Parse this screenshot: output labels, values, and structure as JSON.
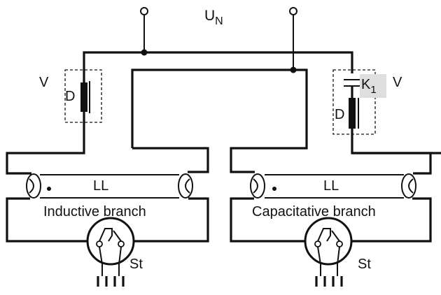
{
  "supply": {
    "label": "U",
    "subscript": "N"
  },
  "left": {
    "ballast_group": "V",
    "choke": "D",
    "lamp": "LL",
    "branch": "Inductive branch",
    "starter": "St"
  },
  "right": {
    "ballast_group": "V",
    "capacitor": "K",
    "capacitor_sub": "1",
    "choke": "D",
    "lamp": "LL",
    "branch": "Capacitative branch",
    "starter": "St"
  }
}
